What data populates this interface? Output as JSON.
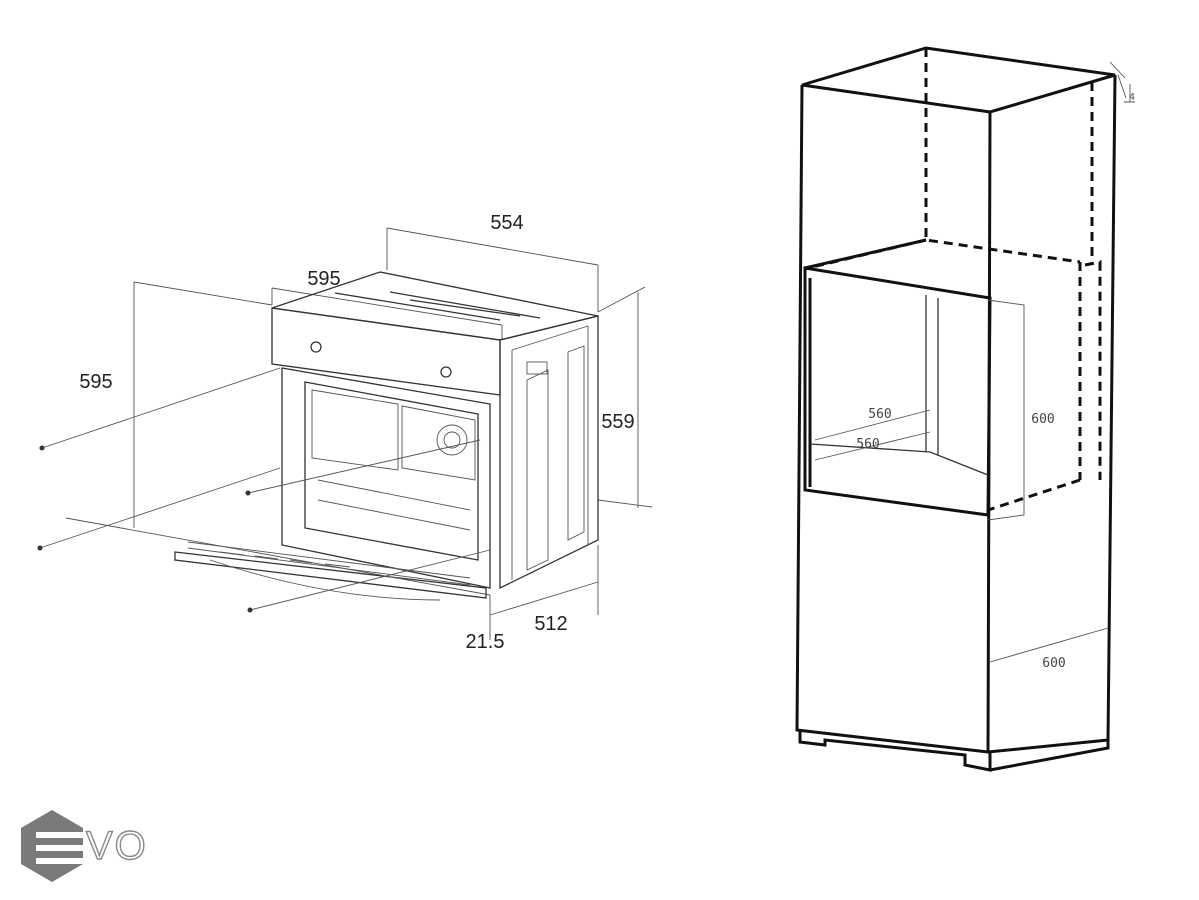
{
  "oven": {
    "dims": {
      "width_top": "554",
      "width_front": "595",
      "height_left": "595",
      "height_right": "559",
      "depth": "512",
      "door_offset": "21.5"
    }
  },
  "cabinet": {
    "dims": {
      "top_gap": "4",
      "opening_back_width": "560",
      "opening_front_width": "560",
      "opening_height": "600",
      "cabinet_depth": "600"
    }
  },
  "logo": {
    "text": "VO"
  }
}
